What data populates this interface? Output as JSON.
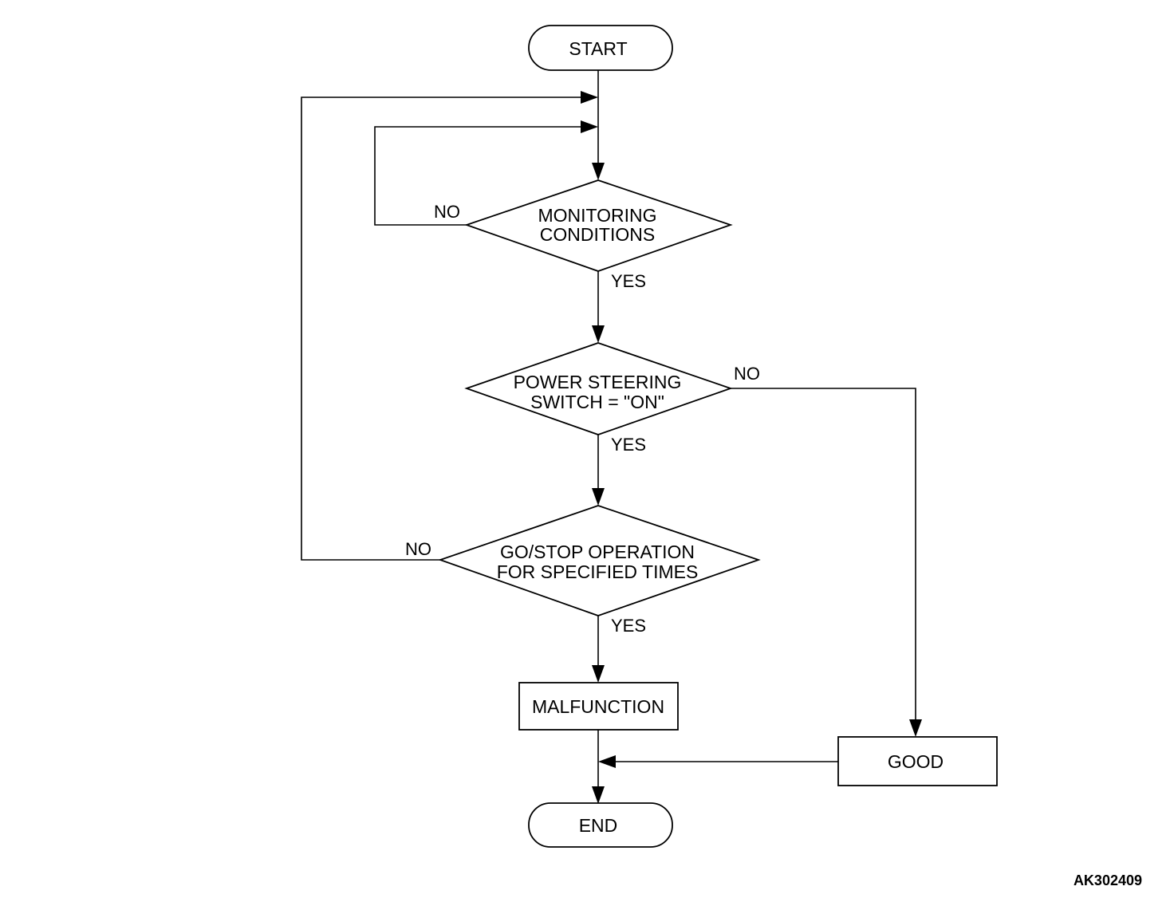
{
  "flowchart": {
    "nodes": {
      "start": "START",
      "monitoring_line1": "MONITORING",
      "monitoring_line2": "CONDITIONS",
      "power_line1": "POWER STEERING",
      "power_line2": "SWITCH = \"ON\"",
      "gostop_line1": "GO/STOP OPERATION",
      "gostop_line2": "FOR SPECIFIED TIMES",
      "malfunction": "MALFUNCTION",
      "good": "GOOD",
      "end": "END"
    },
    "edge_labels": {
      "monitoring_no": "NO",
      "monitoring_yes": "YES",
      "power_no": "NO",
      "power_yes": "YES",
      "gostop_no": "NO",
      "gostop_yes": "YES"
    },
    "figure_code": "AK302409"
  }
}
